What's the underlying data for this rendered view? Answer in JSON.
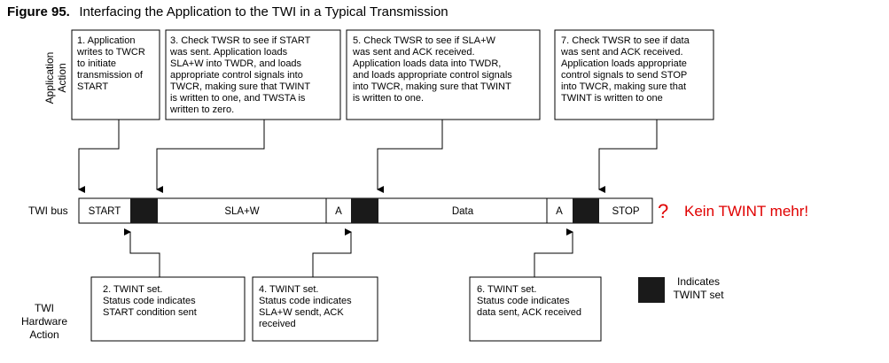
{
  "figure": {
    "title_prefix": "Figure 95.",
    "title_text": "Interfacing the Application to the TWI in a Typical Transmission"
  },
  "lanes": {
    "application_line1": "Application",
    "application_line2": "Action",
    "bus": "TWI bus",
    "hardware_line1": "TWI",
    "hardware_line2": "Hardware",
    "hardware_line3": "Action"
  },
  "app_boxes": [
    {
      "lines": [
        "1. Application",
        "writes to TWCR",
        "to initiate",
        "transmission of",
        "START"
      ]
    },
    {
      "lines": [
        "3. Check TWSR to see if START",
        "was sent. Application loads",
        "SLA+W into TWDR, and loads",
        "appropriate control signals into",
        "TWCR, making sure that TWINT",
        "is written to one, and TWSTA is",
        "written to zero."
      ]
    },
    {
      "lines": [
        "5. Check TWSR to see if SLA+W",
        "was sent and ACK received.",
        "Application loads data into TWDR,",
        "and loads appropriate control signals",
        "into TWCR, making sure that TWINT",
        "is written to one."
      ]
    },
    {
      "lines": [
        "7. Check TWSR to see if data",
        "was sent and ACK received.",
        "Application loads appropriate",
        "control signals to send STOP",
        "into TWCR, making sure that",
        "TWINT is written to one"
      ]
    }
  ],
  "hw_boxes": [
    {
      "lines": [
        "2. TWINT set.",
        "Status code indicates",
        "START condition sent"
      ]
    },
    {
      "lines": [
        "4. TWINT set.",
        "Status code indicates",
        "SLA+W sendt, ACK",
        "received"
      ]
    },
    {
      "lines": [
        "6. TWINT set.",
        "Status code indicates",
        "data sent, ACK received"
      ]
    }
  ],
  "bus_segments": {
    "start": "START",
    "sla_w": "SLA+W",
    "ack1": "A",
    "data": "Data",
    "ack2": "A",
    "stop": "STOP"
  },
  "annotation": {
    "question_mark": "?",
    "text": "Kein TWINT mehr!",
    "color": "#e00000"
  },
  "legend": {
    "line1": "Indicates",
    "line2": "TWINT set"
  }
}
